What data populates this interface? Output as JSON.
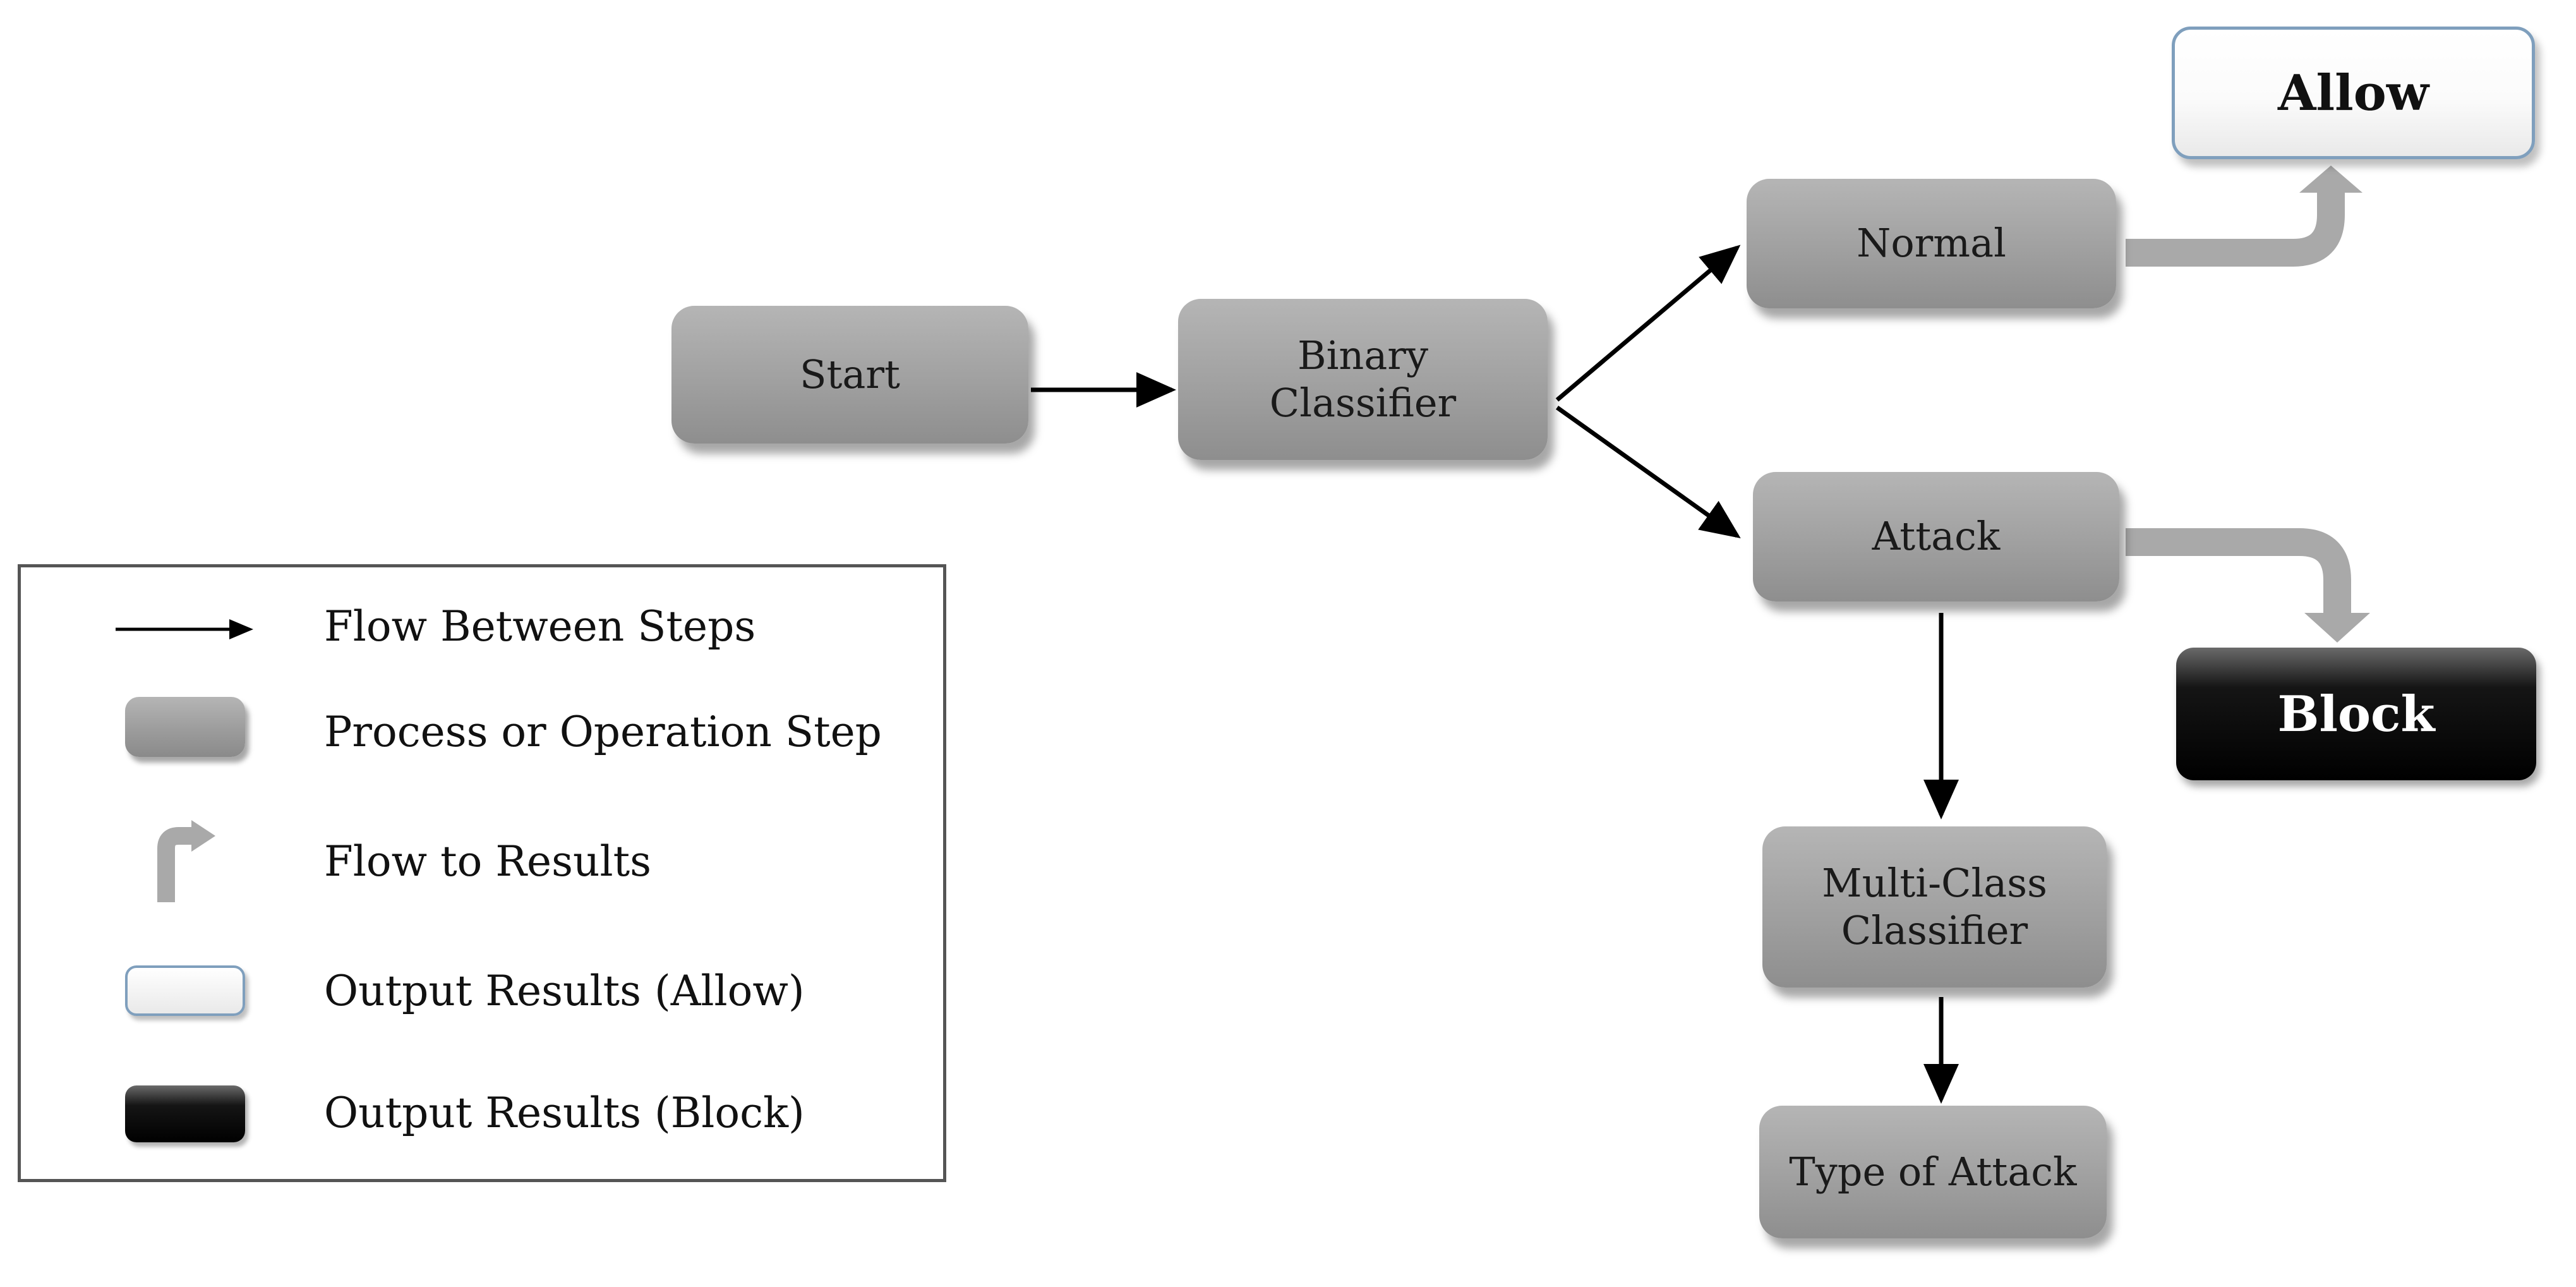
{
  "nodes": {
    "start": "Start",
    "binary_classifier": "Binary\nClassifier",
    "normal": "Normal",
    "attack": "Attack",
    "multi_class_classifier": "Multi-Class\nClassifier",
    "type_of_attack": "Type of Attack"
  },
  "outputs": {
    "allow": "Allow",
    "block": "Block"
  },
  "legend": {
    "flow_between_steps": "Flow Between Steps",
    "process_step": "Process or Operation Step",
    "flow_to_results": "Flow to Results",
    "output_allow": "Output Results (Allow)",
    "output_block": "Output Results (Block)"
  },
  "colors": {
    "process_fill": "#a0a0a0",
    "allow_border": "#7f9fbd",
    "block_fill": "#000000",
    "result_arrow": "#a9a9a9",
    "flow_arrow": "#000000"
  }
}
